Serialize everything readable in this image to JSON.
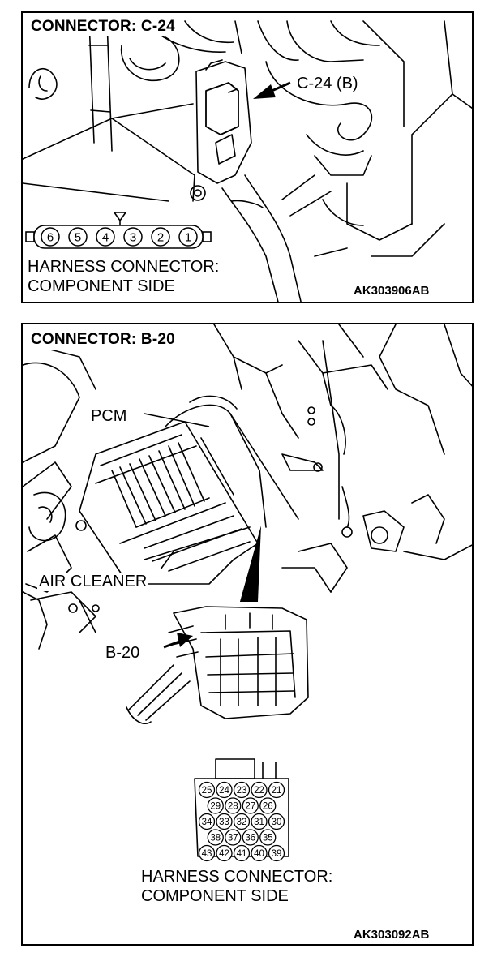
{
  "panel_c24": {
    "title": "CONNECTOR: C-24",
    "callout": "C-24 (B)",
    "harness_line1": "HARNESS CONNECTOR:",
    "harness_line2": "COMPONENT SIDE",
    "code": "AK303906AB",
    "pins": [
      "6",
      "5",
      "4",
      "3",
      "2",
      "1"
    ]
  },
  "panel_b20": {
    "title": "CONNECTOR: B-20",
    "pcm_label": "PCM",
    "air_cleaner_label": "AIR CLEANER",
    "b20_label": "B-20",
    "harness_line1": "HARNESS CONNECTOR:",
    "harness_line2": "COMPONENT SIDE",
    "code": "AK303092AB",
    "pin_rows": [
      [
        "25",
        "24",
        "23",
        "22",
        "21"
      ],
      [
        "29",
        "28",
        "27",
        "26"
      ],
      [
        "34",
        "33",
        "32",
        "31",
        "30"
      ],
      [
        "38",
        "37",
        "36",
        "35"
      ],
      [
        "43",
        "42",
        "41",
        "40",
        "39"
      ]
    ]
  }
}
